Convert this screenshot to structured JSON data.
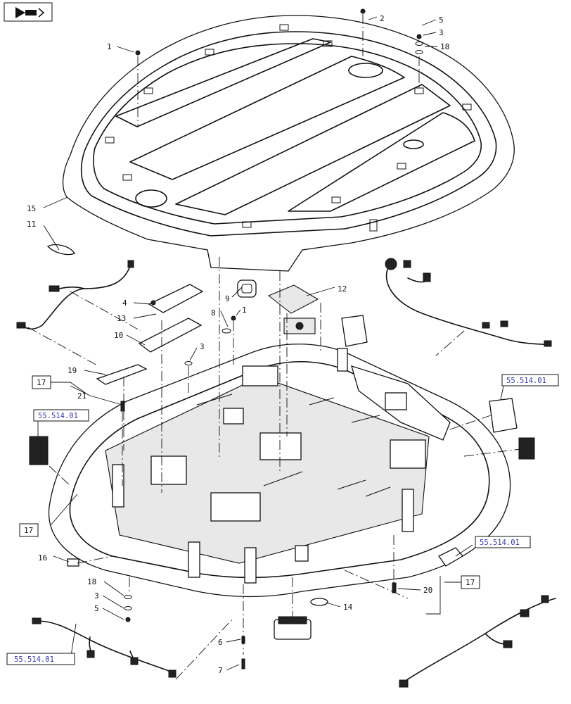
{
  "nav_icon": "page-arrow-icon",
  "callouts": [
    {
      "id": "c1a",
      "text": "1"
    },
    {
      "id": "c2",
      "text": "2"
    },
    {
      "id": "c5a",
      "text": "5"
    },
    {
      "id": "c3a",
      "text": "3"
    },
    {
      "id": "c18a",
      "text": "18"
    },
    {
      "id": "c15",
      "text": "15"
    },
    {
      "id": "c11",
      "text": "11"
    },
    {
      "id": "c12",
      "text": "12"
    },
    {
      "id": "c9",
      "text": "9"
    },
    {
      "id": "c1b",
      "text": "1"
    },
    {
      "id": "c8",
      "text": "8"
    },
    {
      "id": "c4",
      "text": "4"
    },
    {
      "id": "c13",
      "text": "13"
    },
    {
      "id": "c10",
      "text": "10"
    },
    {
      "id": "c3b",
      "text": "3"
    },
    {
      "id": "c19",
      "text": "19"
    },
    {
      "id": "c21",
      "text": "21"
    },
    {
      "id": "c16",
      "text": "16"
    },
    {
      "id": "c18b",
      "text": "18"
    },
    {
      "id": "c3c",
      "text": "3"
    },
    {
      "id": "c5b",
      "text": "5"
    },
    {
      "id": "c20",
      "text": "20"
    },
    {
      "id": "c14",
      "text": "14"
    },
    {
      "id": "c6",
      "text": "6"
    },
    {
      "id": "c7",
      "text": "7"
    }
  ],
  "boxed_callouts": [
    {
      "id": "b17a",
      "text": "17"
    },
    {
      "id": "b17b",
      "text": "17"
    },
    {
      "id": "b17c",
      "text": "17"
    }
  ],
  "references": [
    {
      "id": "r1",
      "text": "55.514.01"
    },
    {
      "id": "r2",
      "text": "55.514.01"
    },
    {
      "id": "r3",
      "text": "55.514.01"
    },
    {
      "id": "r4",
      "text": "55.514.01"
    }
  ]
}
